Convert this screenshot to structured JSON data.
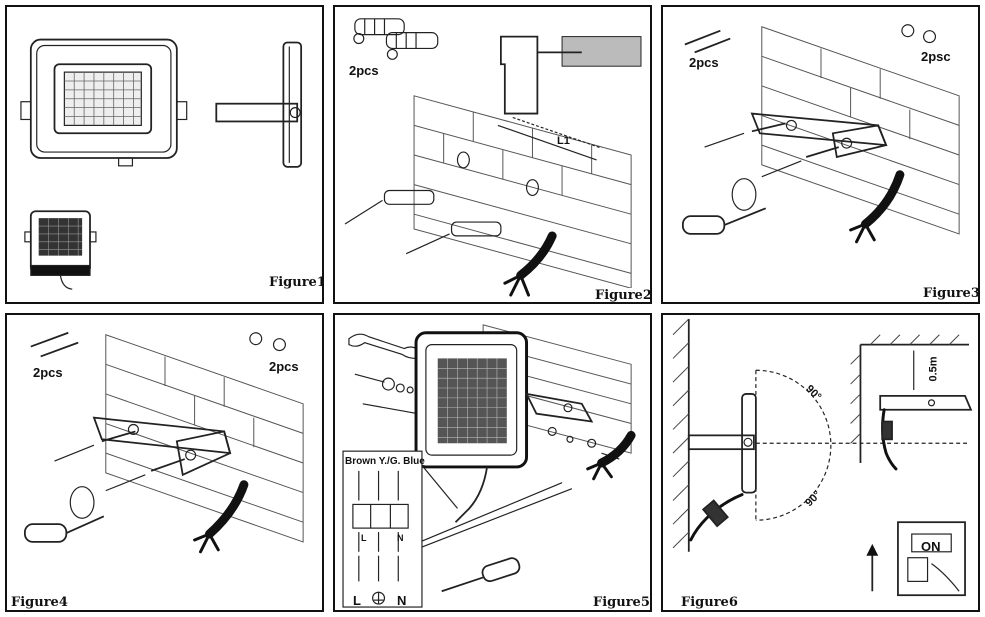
{
  "figures": [
    {
      "caption": "Figure1"
    },
    {
      "caption": "Figure2",
      "labels": {
        "qty": "2pcs",
        "dim": "L1"
      }
    },
    {
      "caption": "Figure3",
      "labels": {
        "qty_screws": "2pcs",
        "qty_washers": "2psc"
      }
    },
    {
      "caption": "Figure4",
      "labels": {
        "qty_screws": "2pcs",
        "qty_washers": "2pcs"
      }
    },
    {
      "caption": "Figure5",
      "labels": {
        "wire_colors": "Brown Y./G. Blue",
        "terminal_l": "L",
        "terminal_n": "N",
        "bottom_l": "L",
        "bottom_n": "N"
      }
    },
    {
      "caption": "Figure6",
      "labels": {
        "angle_top": "90°",
        "angle_bottom": "90°",
        "clearance": "0.5m",
        "switch": "ON"
      }
    }
  ]
}
